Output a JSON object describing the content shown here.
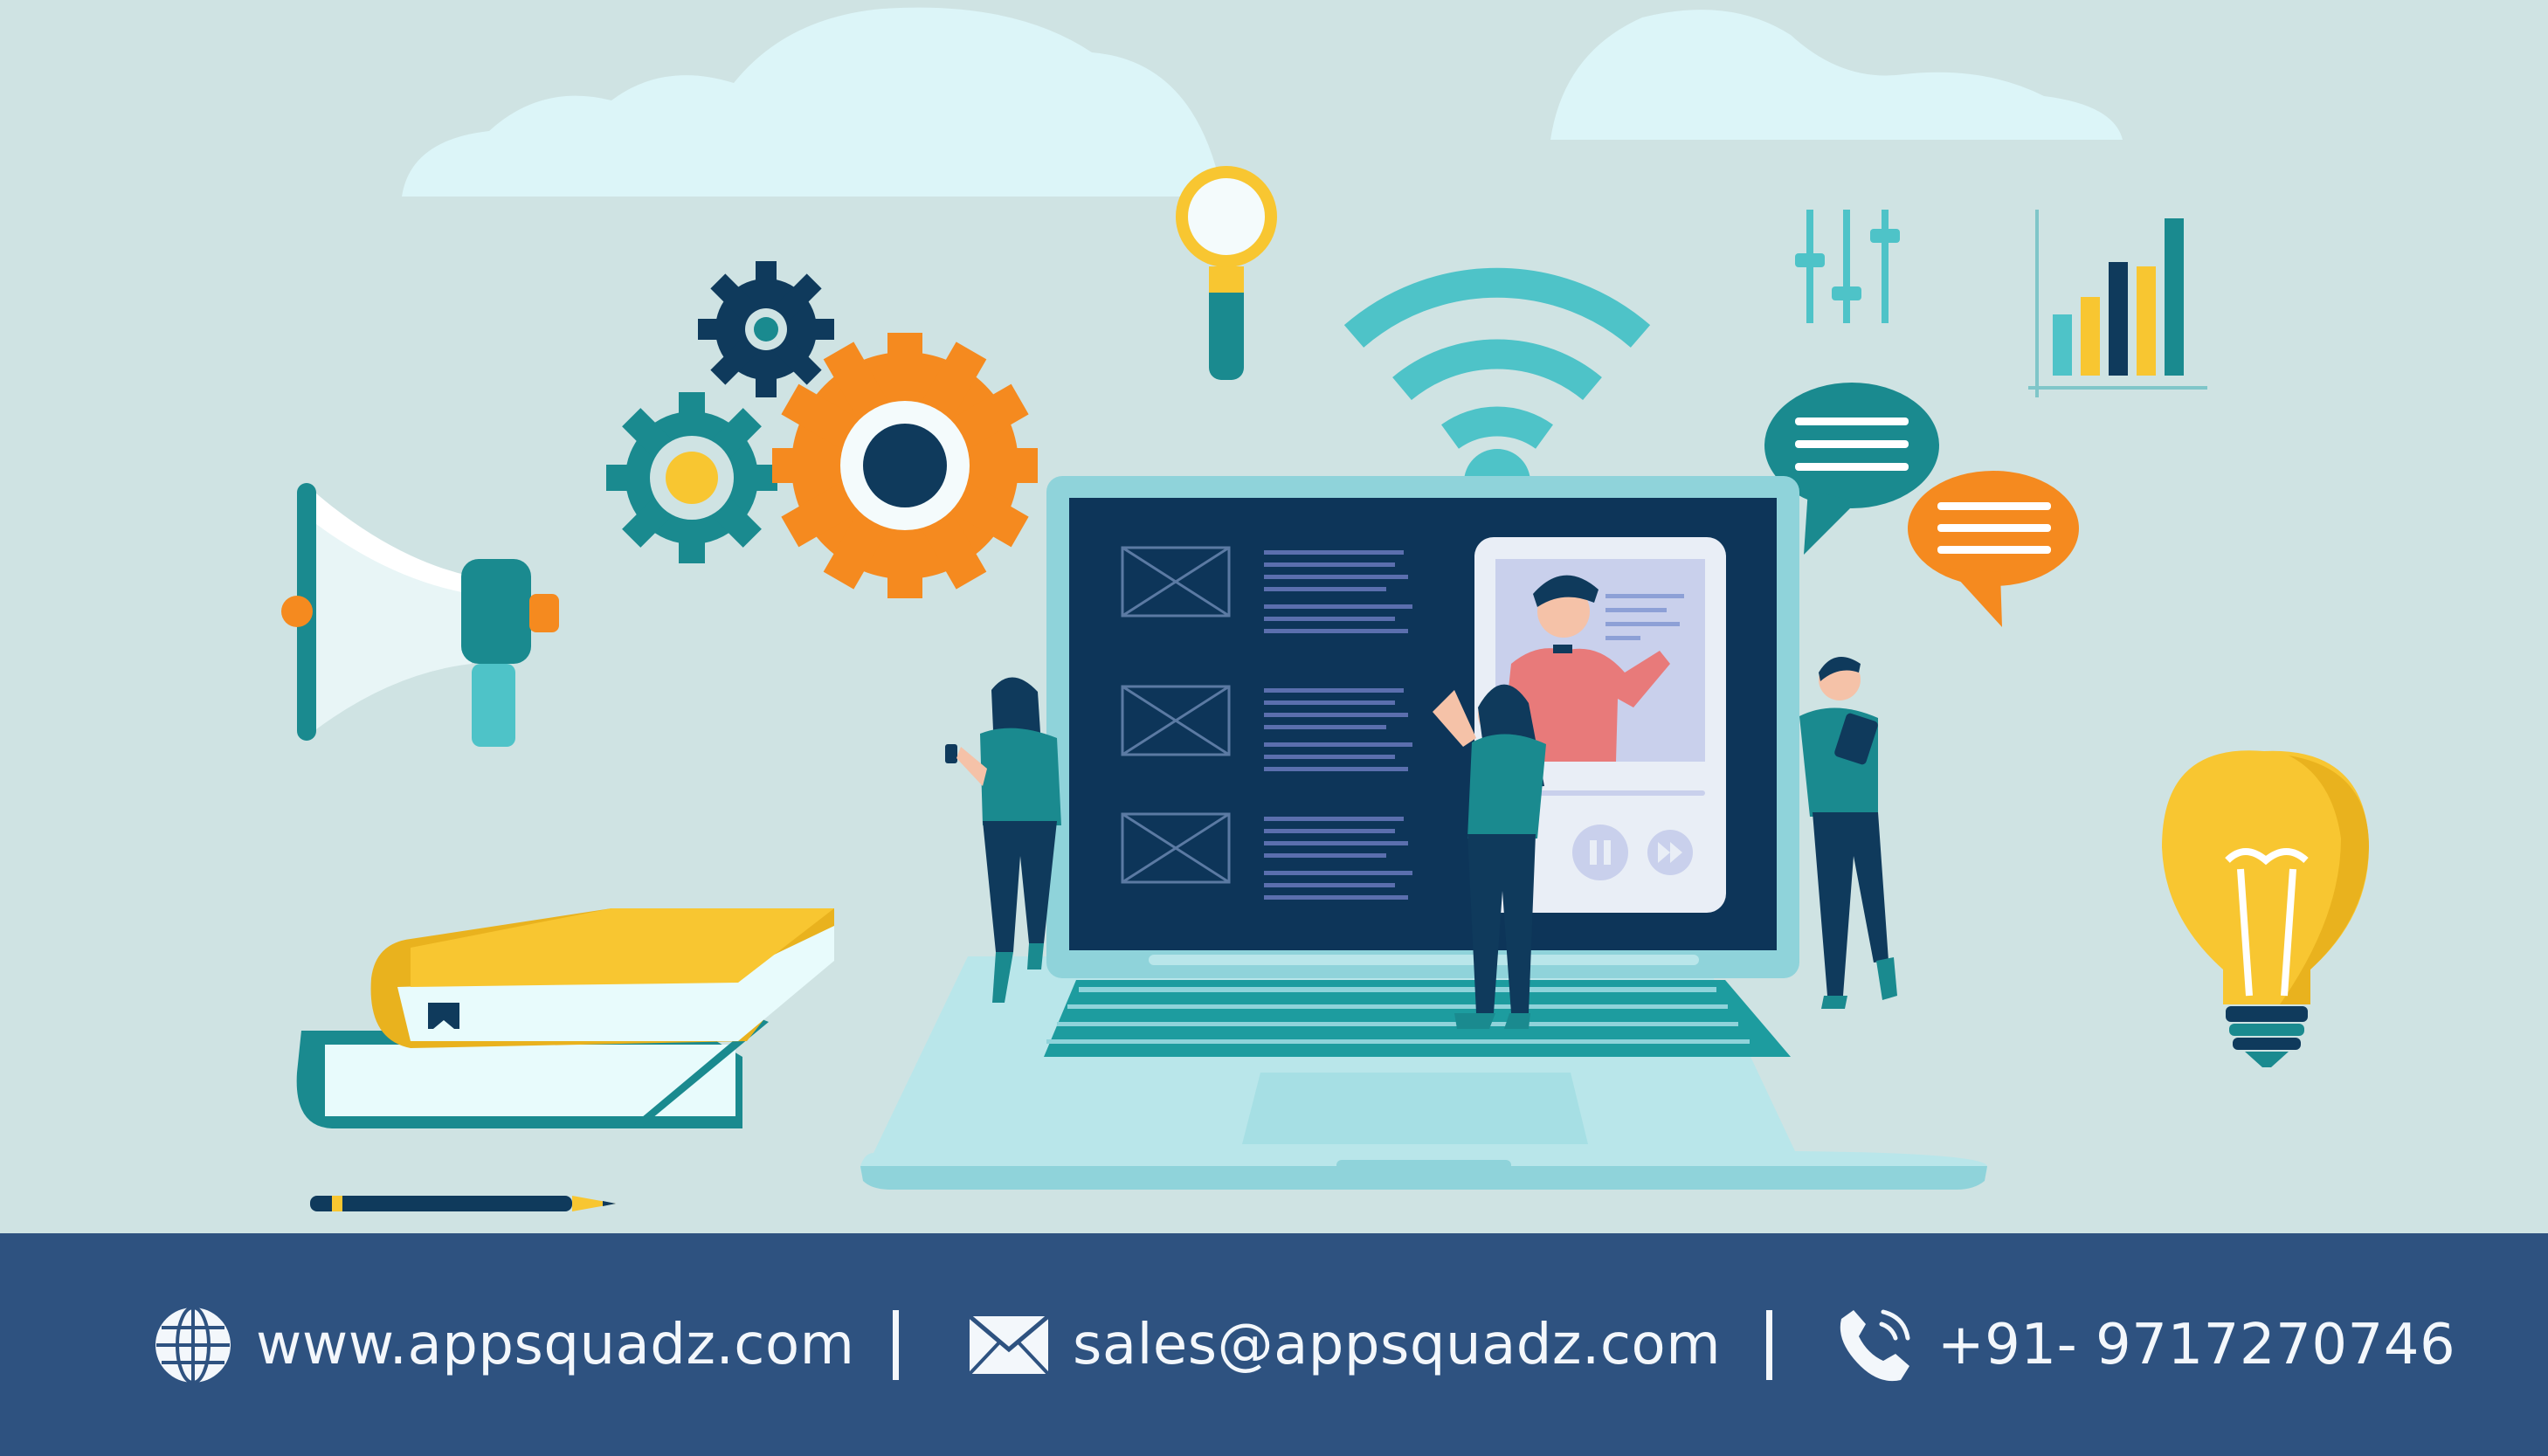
{
  "footer": {
    "website": "www.appsquadz.com",
    "email": "sales@appsquadz.com",
    "phone": "+91- 9717270746"
  },
  "icons": {
    "website": "globe-icon",
    "email": "envelope-icon",
    "phone": "phone-icon"
  },
  "colors": {
    "background": "#cfe3e3",
    "footer": "#2e5280",
    "teal": "#1a8a8f",
    "orange": "#f58a1f",
    "yellow": "#f8c631",
    "navy": "#0f3a5c"
  }
}
